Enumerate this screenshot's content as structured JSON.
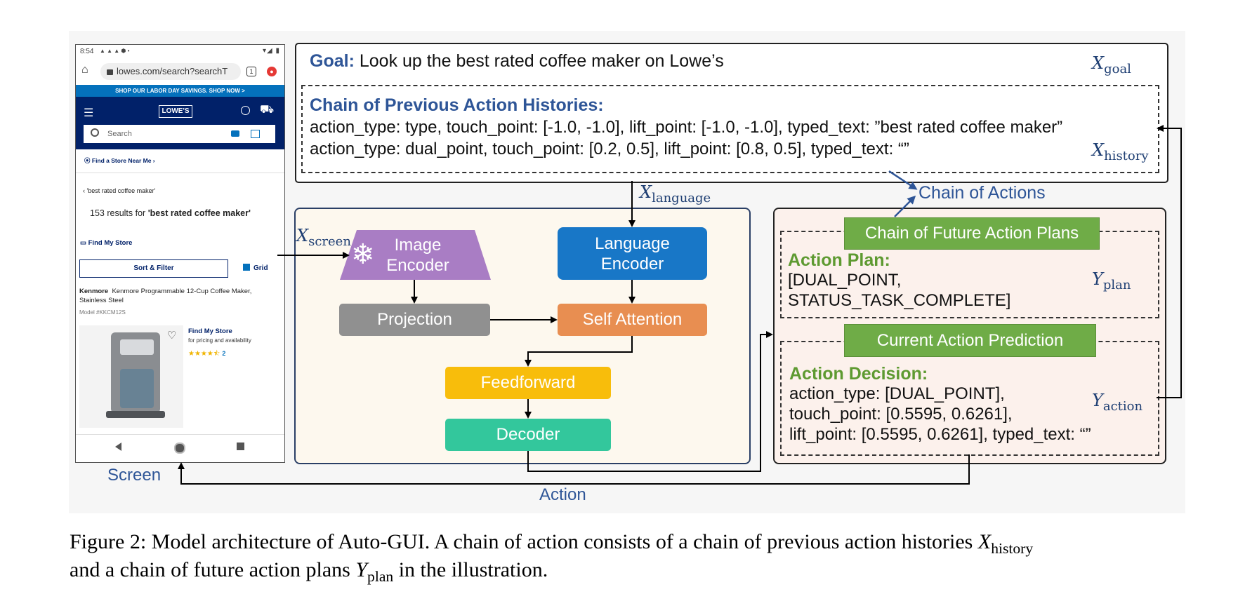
{
  "phone": {
    "status_time": "8:54",
    "status_icons": "▲ ▲ ▲ ⬢ •",
    "status_right": "▾◢ ▮",
    "url": "lowes.com/search?searchT",
    "tab_count": "1",
    "promo": "SHOP OUR LABOR DAY SAVINGS. SHOP NOW >",
    "logo": "LOWE'S",
    "search_placeholder": "Search",
    "store_link": "Find a Store Near Me",
    "back_query": "'best rated coffee maker'",
    "results_prefix": "153 results for ",
    "results_query": "'best rated coffee maker'",
    "find_my_store": "Find My Store",
    "sort_filter": "Sort & Filter",
    "grid": "Grid",
    "product_brand": "Kenmore",
    "product_name": "Kenmore Programmable 12-Cup Coffee Maker, Stainless Steel",
    "model": "Model #KKCM12S",
    "find_my_store_2": "Find My Store",
    "availability": "for pricing and availability",
    "stars": "★★★★⯪",
    "review_count": "2"
  },
  "labels": {
    "screen": "Screen",
    "action": "Action",
    "chain_of_actions": "Chain of Actions"
  },
  "goal": {
    "prefix": "Goal:",
    "text": " Look up the best rated coffee maker on Lowe’s"
  },
  "history": {
    "title": "Chain of Previous Action Histories:",
    "line1": "action_type: type, touch_point: [-1.0, -1.0], lift_point: [-1.0, -1.0], typed_text: ”best rated coffee maker”",
    "line2": "action_type: dual_point, touch_point: [0.2, 0.5],  lift_point: [0.8, 0.5], typed_text: “”"
  },
  "math": {
    "x_goal": {
      "base": "X",
      "sub": "goal"
    },
    "x_history": {
      "base": "X",
      "sub": "history"
    },
    "x_language": {
      "base": "X",
      "sub": "language"
    },
    "x_screen": {
      "base": "X",
      "sub": "screen"
    },
    "y_plan": {
      "base": "Y",
      "sub": "plan"
    },
    "y_action": {
      "base": "Y",
      "sub": "action"
    }
  },
  "model": {
    "image_encoder": "Image\nEncoder",
    "language_encoder": "Language\nEncoder",
    "projection": "Projection",
    "self_attention": "Self Attention",
    "feedforward": "Feedforward",
    "decoder": "Decoder"
  },
  "output": {
    "future_tag": "Chain of Future Action Plans",
    "plan_title": "Action Plan:",
    "plan_1": "[DUAL_POINT,",
    "plan_2": "STATUS_TASK_COMPLETE]",
    "current_tag": "Current Action Prediction",
    "decision_title": "Action Decision:",
    "decision_1": "action_type: [DUAL_POINT],",
    "decision_2": "touch_point: [0.5595, 0.6261],",
    "decision_3": "lift_point: [0.5595, 0.6261], typed_text: “”"
  },
  "caption": {
    "line1_text": "Figure 2: Model architecture of Auto-GUI. A chain of action consists of a chain of previous action histories ",
    "line1_base": "X",
    "line1_sub": "history",
    "line2_pre": "and a chain of future action plans ",
    "line2_base": "Y",
    "line2_sub": "plan",
    "line2_post": " in the illustration."
  },
  "colors": {
    "blue_text": "#2e5597",
    "language_encoder": "#1877c7",
    "image_encoder": "#a97dc4",
    "projection": "#909090",
    "self_attention": "#e88e51",
    "feedforward": "#f8bd0b",
    "decoder": "#33c79c",
    "green_tag": "#6fac47"
  }
}
